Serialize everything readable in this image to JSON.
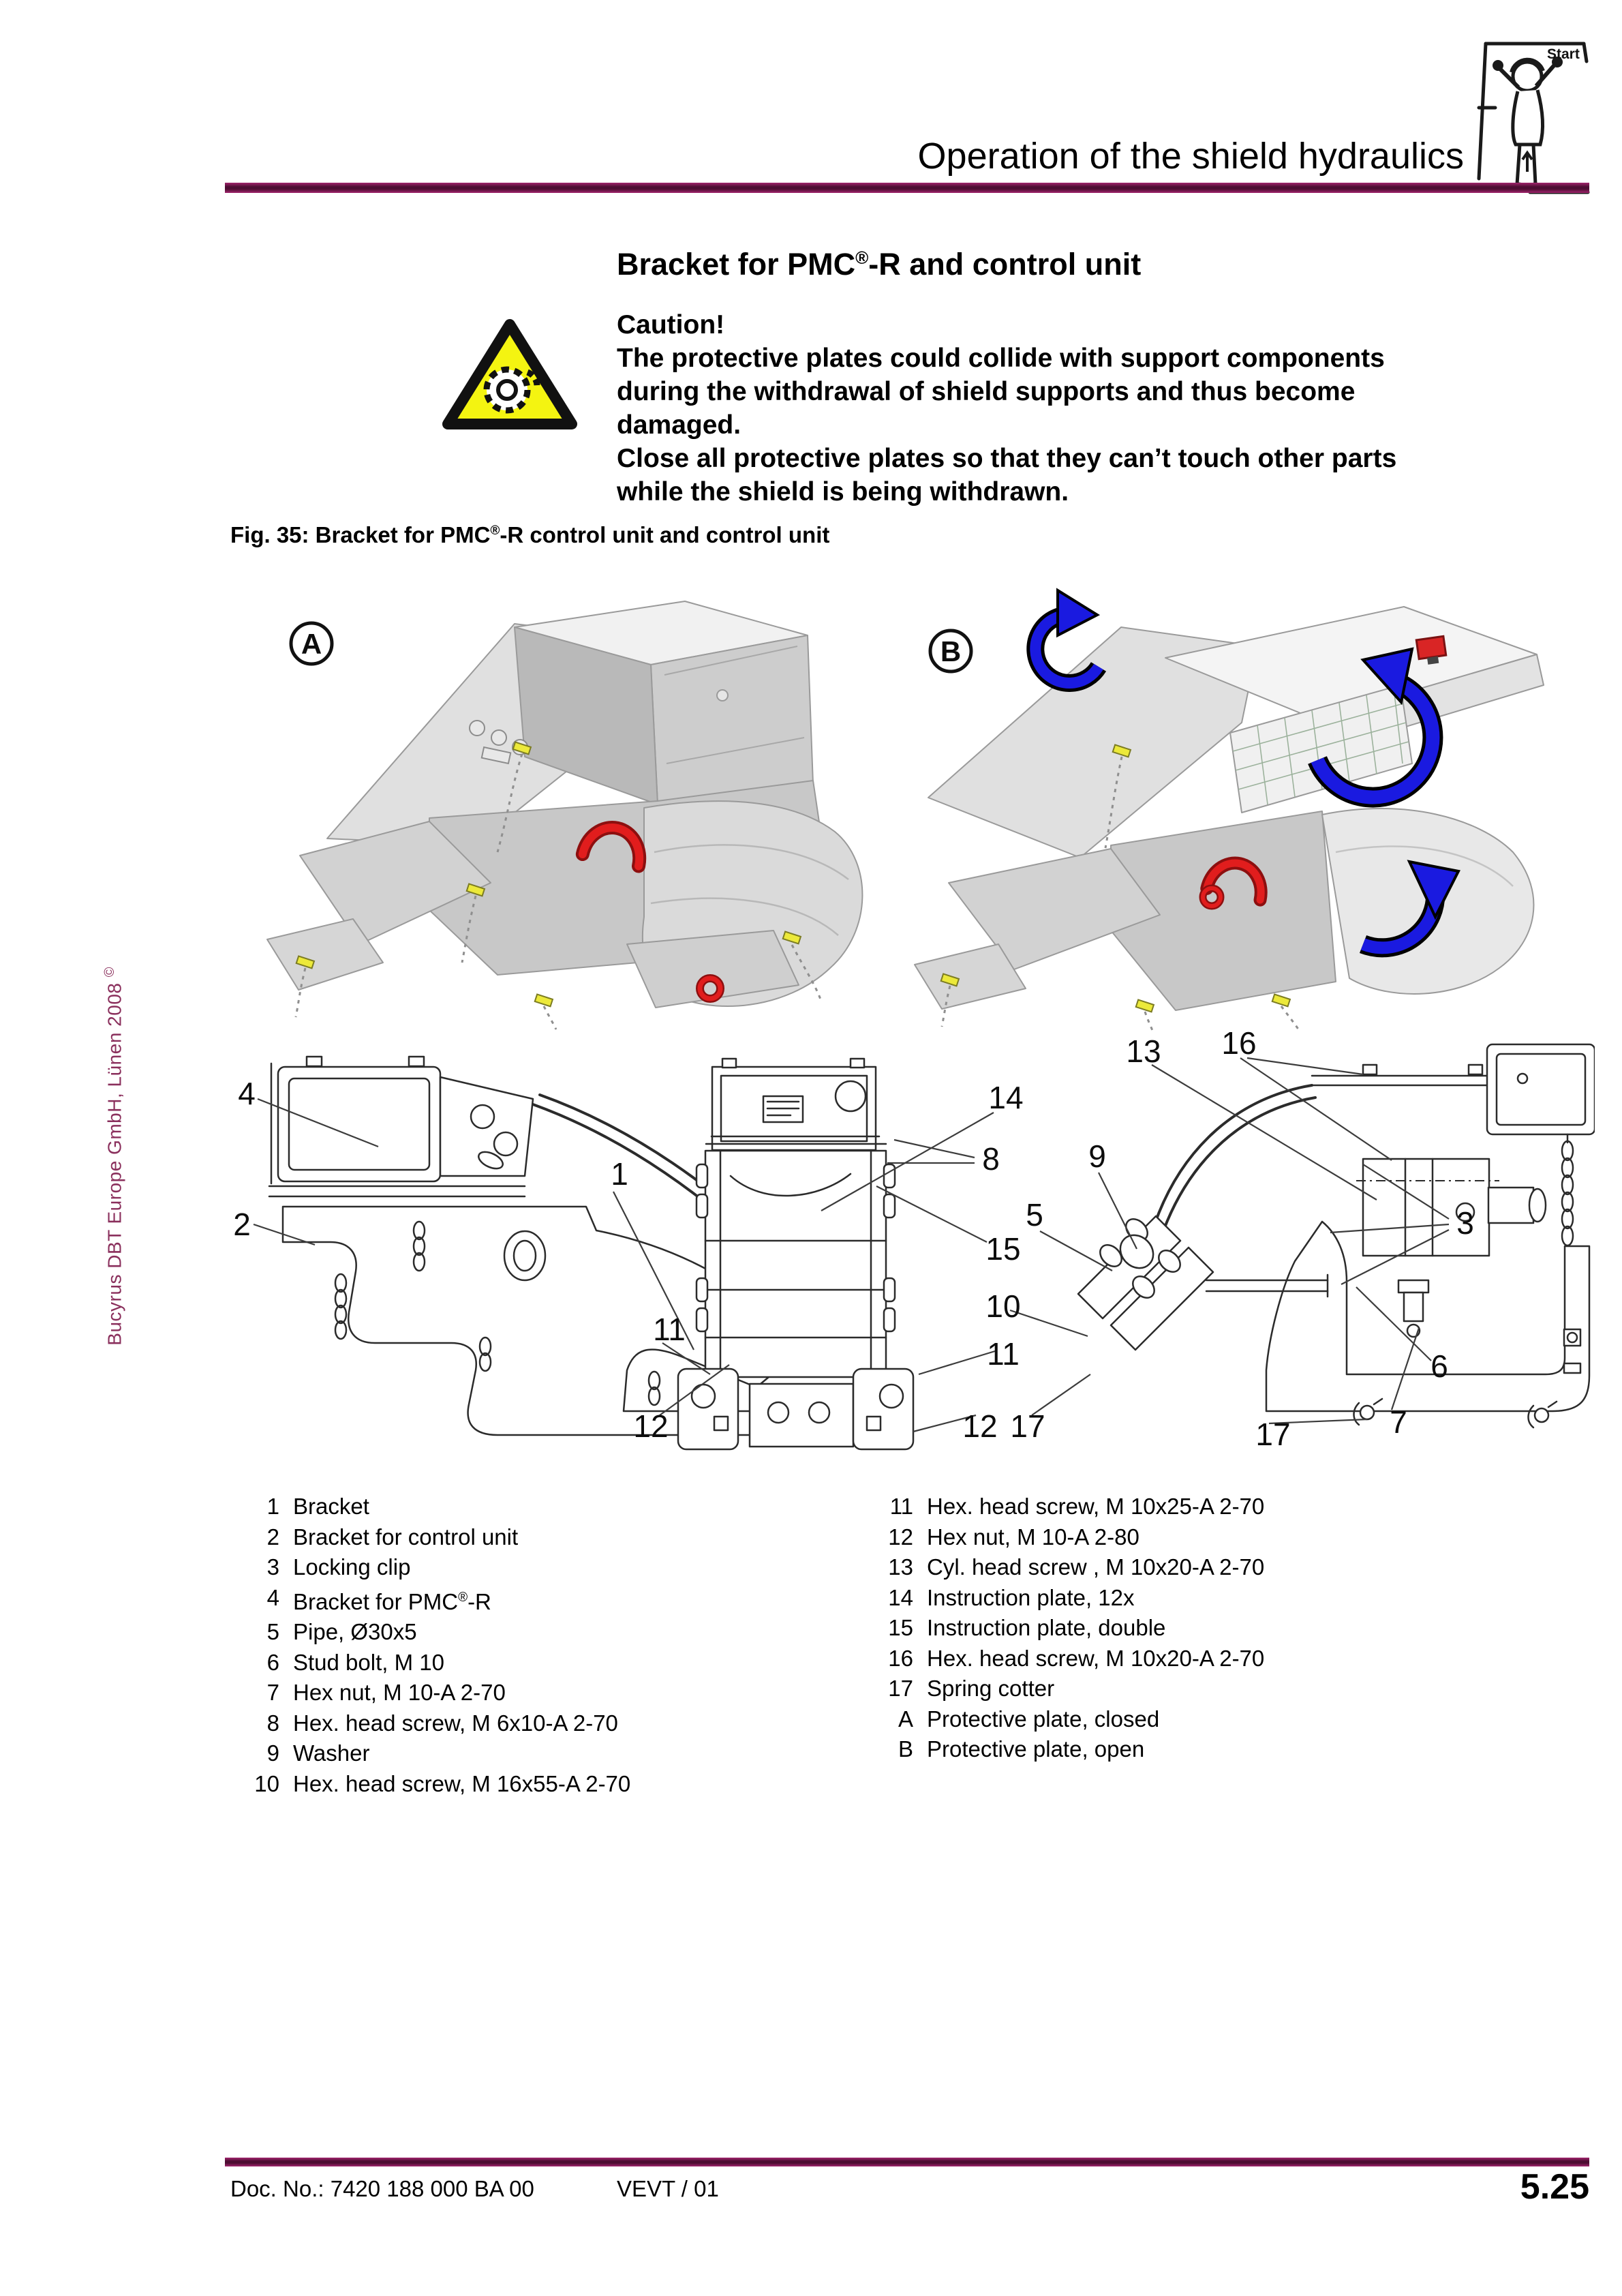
{
  "header": {
    "title": "Operation of the shield hydraulics",
    "icon_start_label": "Start"
  },
  "section": {
    "heading_pre": "Bracket for PMC",
    "heading_sup": "®",
    "heading_post": "-R and control unit"
  },
  "caution": {
    "title": "Caution!",
    "lines": [
      "The protective plates could collide with support components",
      "during the withdrawal of shield supports and thus become",
      "damaged.",
      "Close all protective plates so that they can’t touch other parts",
      "while the shield is being withdrawn."
    ]
  },
  "figure": {
    "caption_pre": "Fig. 35: Bracket for PMC",
    "caption_sup": "®",
    "caption_post": "-R control unit and control unit",
    "view_a_label": "A",
    "view_b_label": "B",
    "callouts": [
      {
        "label": "4"
      },
      {
        "label": "2"
      },
      {
        "label": "1"
      },
      {
        "label": "11"
      },
      {
        "label": "12"
      },
      {
        "label": "14"
      },
      {
        "label": "8"
      },
      {
        "label": "15"
      },
      {
        "label": "5"
      },
      {
        "label": "10"
      },
      {
        "label": "11"
      },
      {
        "label": "12"
      },
      {
        "label": "17"
      },
      {
        "label": "13"
      },
      {
        "label": "16"
      },
      {
        "label": "9"
      },
      {
        "label": "3"
      },
      {
        "label": "6"
      },
      {
        "label": "7"
      },
      {
        "label": "17"
      }
    ],
    "accent_colors": {
      "arrow_blue": "#1a1ae0",
      "shackle_red": "#e11d1d",
      "pin_yellow": "#ece93a",
      "warning_yellow": "#f4f411"
    }
  },
  "parts_list": {
    "left": [
      {
        "num": "1",
        "desc": "Bracket"
      },
      {
        "num": "2",
        "desc": "Bracket for control unit"
      },
      {
        "num": "3",
        "desc": "Locking clip"
      },
      {
        "num": "4",
        "desc_pre": "Bracket for PMC",
        "sup": "®",
        "desc_post": "-R"
      },
      {
        "num": "5",
        "desc": "Pipe, Ø30x5"
      },
      {
        "num": "6",
        "desc": "Stud bolt, M 10"
      },
      {
        "num": "7",
        "desc": "Hex nut, M 10-A 2-70"
      },
      {
        "num": "8",
        "desc": "Hex. head screw, M 6x10-A 2-70"
      },
      {
        "num": "9",
        "desc": "Washer"
      },
      {
        "num": "10",
        "desc": "Hex. head screw, M 16x55-A 2-70"
      }
    ],
    "right": [
      {
        "num": "11",
        "desc": "Hex. head screw, M 10x25-A 2-70"
      },
      {
        "num": "12",
        "desc": "Hex nut, M 10-A 2-80"
      },
      {
        "num": "13",
        "desc": "Cyl. head screw , M 10x20-A 2-70"
      },
      {
        "num": "14",
        "desc": "Instruction plate, 12x"
      },
      {
        "num": "15",
        "desc": "Instruction plate, double"
      },
      {
        "num": "16",
        "desc": "Hex. head screw, M 10x20-A 2-70"
      },
      {
        "num": "17",
        "desc": "Spring cotter"
      },
      {
        "num": "A",
        "desc": "Protective plate, closed"
      },
      {
        "num": "B",
        "desc": "Protective plate, open"
      }
    ]
  },
  "sidebar": {
    "text": "Bucyrus DBT Europe GmbH, Lünen 2008",
    "copyright": "©"
  },
  "footer": {
    "doc_no": "Doc. No.: 7420 188 000 BA 00",
    "version": "VEVT / 01",
    "page": "5.25"
  }
}
